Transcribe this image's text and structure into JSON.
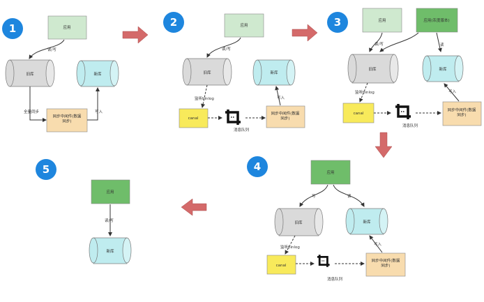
{
  "colors": {
    "badge": "#1e86de",
    "app_light": "#cfe9cf",
    "app_dark": "#6fbd6a",
    "db_old": "#dadada",
    "db_new": "#bfecef",
    "canal": "#f8ea5b",
    "sync": "#f8dcae",
    "step_arrow": "#d46a6a"
  },
  "steps": [
    {
      "num": "1",
      "app": "应用",
      "rw": "读/写",
      "old_db": "旧库",
      "new_db": "新库",
      "full_sync": "全量同步",
      "write": "写入",
      "sync": "同步中间件(数据\n同步)"
    },
    {
      "num": "2",
      "app": "应用",
      "rw": "读/写",
      "old_db": "旧库",
      "new_db": "新库",
      "binlog": "监听binlog",
      "canal": "canal",
      "mq": "消息队列",
      "write": "写入",
      "sync": "同步中间件(数据\n同步)"
    },
    {
      "num": "3",
      "app": "应用",
      "app2": "应用(灰度版本)",
      "rw": "读/写",
      "read": "读",
      "old_db": "旧库",
      "new_db": "新库",
      "binlog": "监听binlog",
      "canal": "canal",
      "mq": "消息队列",
      "write": "写入",
      "sync": "同步中间件(数据\n同步)"
    },
    {
      "num": "4",
      "app": "应用",
      "read_old": "写",
      "read_new": "读",
      "old_db": "旧库",
      "new_db": "新库",
      "binlog": "监听binlog",
      "canal": "canal",
      "mq": "消息队列",
      "write": "写入",
      "sync": "同步中间件(数据\n同步)"
    },
    {
      "num": "5",
      "app": "应用",
      "rw": "读/写",
      "new_db": "新库"
    }
  ]
}
